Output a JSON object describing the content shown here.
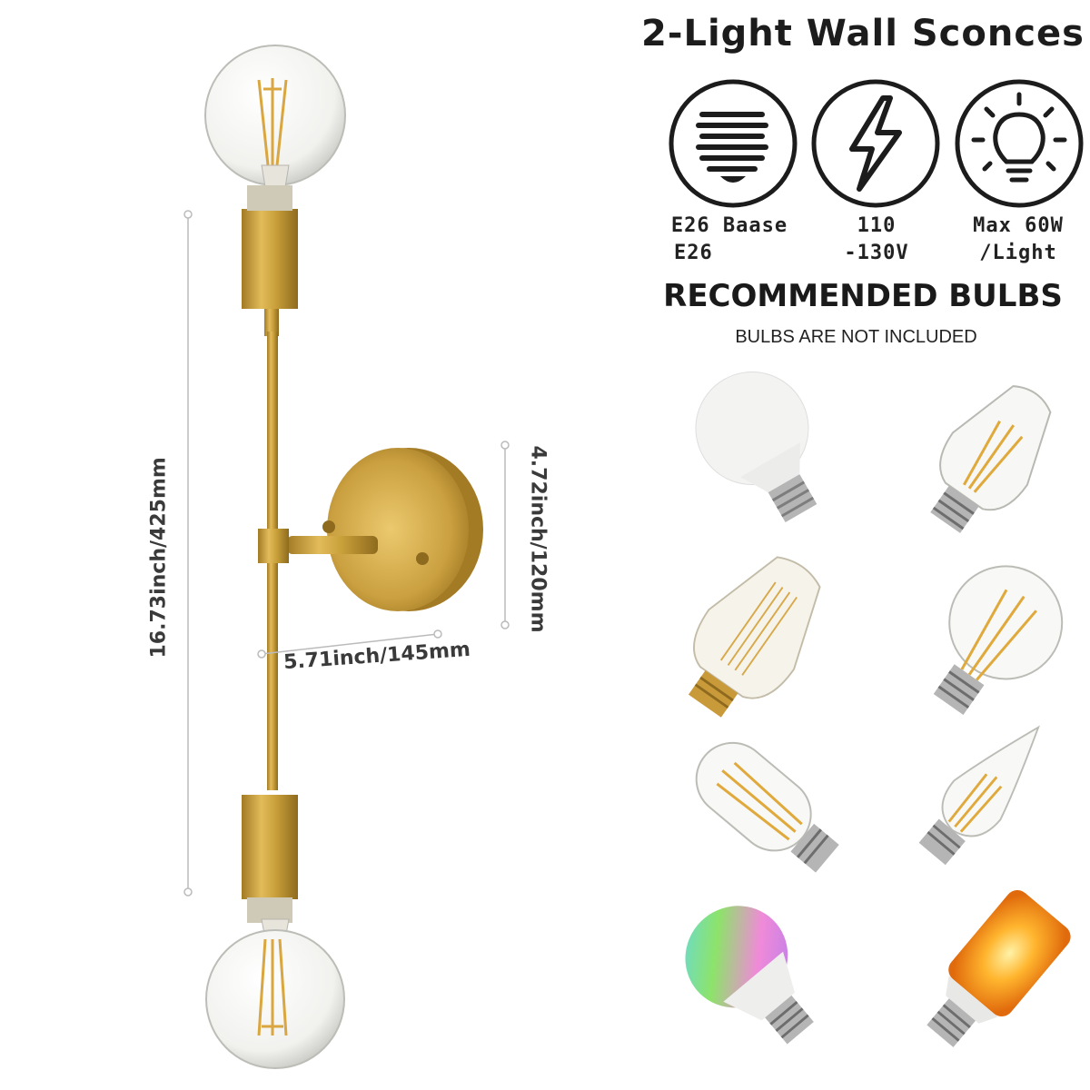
{
  "header": {
    "title": "2-Light Wall Sconces"
  },
  "features": [
    {
      "icon": "screw-base-icon",
      "line1": "E26 Baase",
      "line2": "E26"
    },
    {
      "icon": "lightning-bolt-icon",
      "line1": "110",
      "line2": "-130V"
    },
    {
      "icon": "light-bulb-icon",
      "line1": "Max 60W",
      "line2": "/Light"
    }
  ],
  "recommended": {
    "title": "RECOMMENDED BULBS",
    "subtitle": "BULBS ARE NOT INCLUDED"
  },
  "dimensions": {
    "height": "16.73inch/425mm",
    "plate": "4.72inch/120mm",
    "depth": "5.71inch/145mm"
  },
  "colors": {
    "brass": "#c9a03a",
    "brass_dark": "#9c7420",
    "text": "#1c1c1c"
  },
  "bulbs": [
    "white-a19-bulb-icon",
    "st64-filament-bulb-icon",
    "edison-squirrel-cage-bulb-icon",
    "a19-filament-bulb-icon",
    "t45-tube-filament-bulb-icon",
    "candle-flame-tip-bulb-icon",
    "rgb-smart-bulb-icon",
    "flame-effect-bulb-icon"
  ]
}
